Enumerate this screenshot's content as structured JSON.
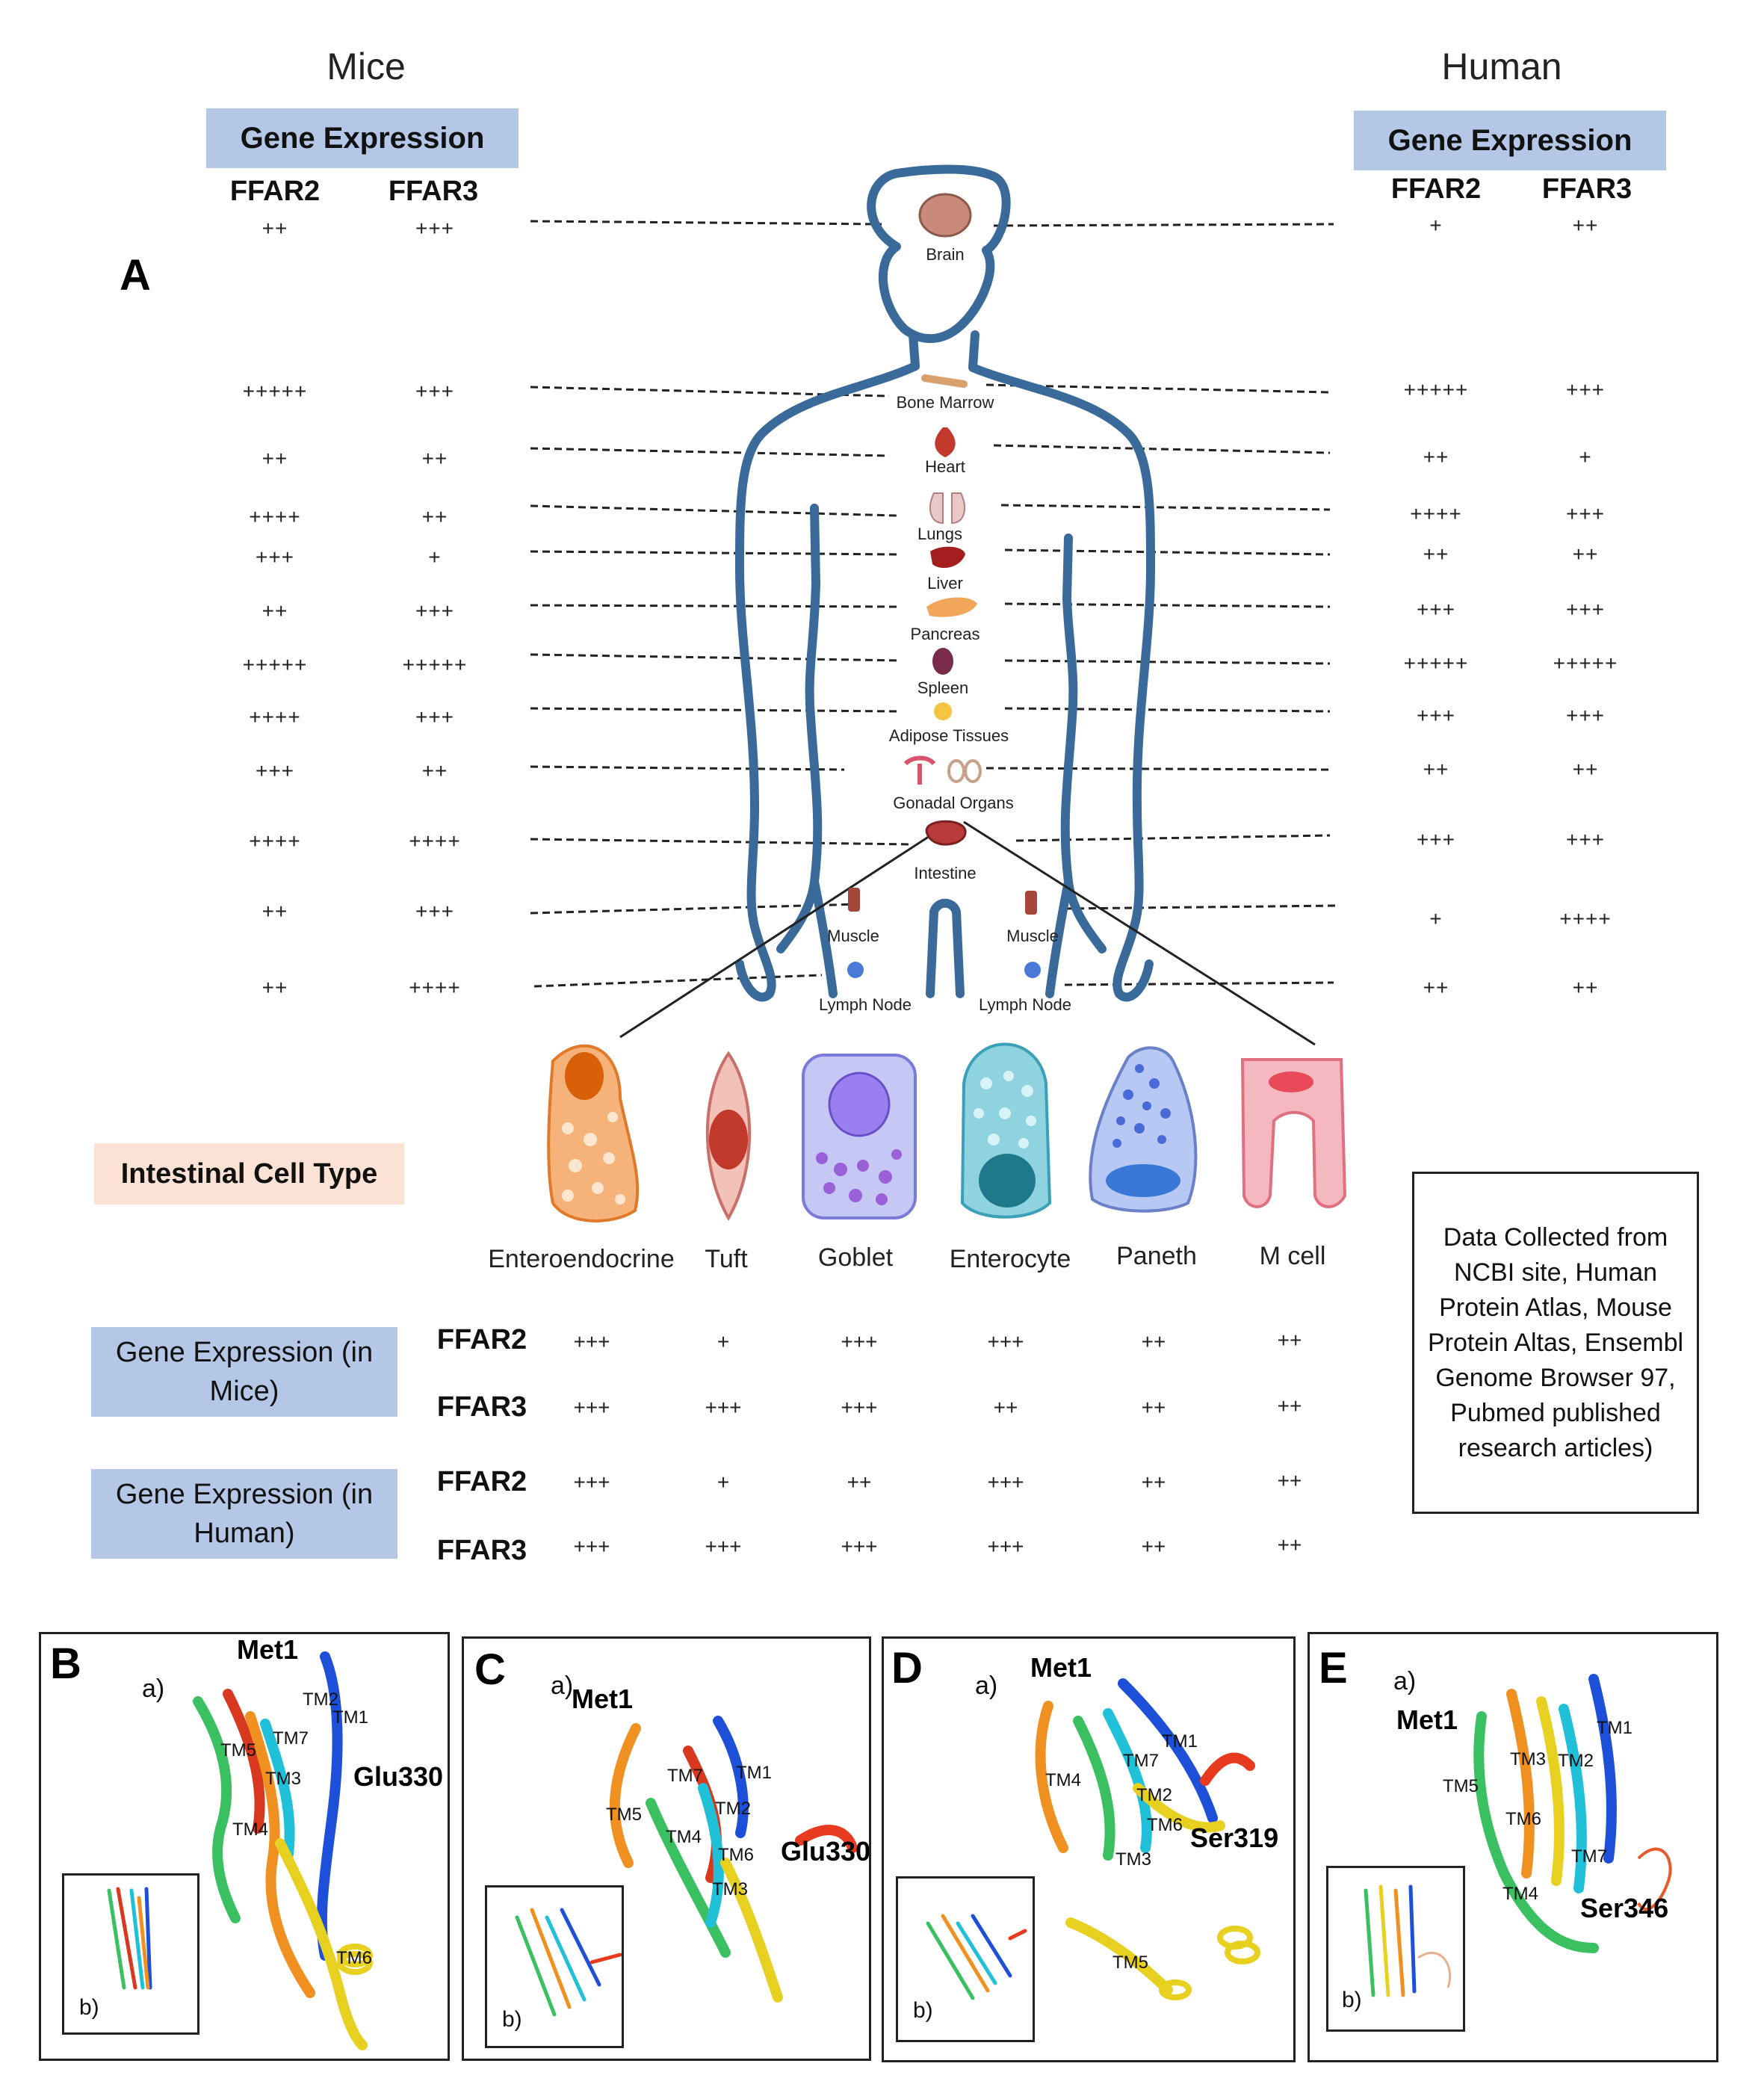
{
  "header": {
    "mice_title": "Mice",
    "human_title": "Human",
    "gene_expression_label": "Gene Expression",
    "ffar2": "FFAR2",
    "ffar3": "FFAR3"
  },
  "panels": {
    "a": "A",
    "b": "B",
    "c": "C",
    "d": "D",
    "e": "E"
  },
  "organs": [
    {
      "name": "Brain",
      "mice_ffar2": "++",
      "mice_ffar3": "+++",
      "human_ffar2": "+",
      "human_ffar3": "++"
    },
    {
      "name": "Bone Marrow",
      "mice_ffar2": "+++++",
      "mice_ffar3": "+++",
      "human_ffar2": "+++++",
      "human_ffar3": "+++"
    },
    {
      "name": "Heart",
      "mice_ffar2": "++",
      "mice_ffar3": "++",
      "human_ffar2": "++",
      "human_ffar3": "+"
    },
    {
      "name": "Lungs",
      "mice_ffar2": "++++",
      "mice_ffar3": "++",
      "human_ffar2": "++++",
      "human_ffar3": "+++"
    },
    {
      "name": "Liver",
      "mice_ffar2": "+++",
      "mice_ffar3": "+",
      "human_ffar2": "++",
      "human_ffar3": "++"
    },
    {
      "name": "Pancreas",
      "mice_ffar2": "++",
      "mice_ffar3": "+++",
      "human_ffar2": "+++",
      "human_ffar3": "+++"
    },
    {
      "name": "Spleen",
      "mice_ffar2": "+++++",
      "mice_ffar3": "+++++",
      "human_ffar2": "+++++",
      "human_ffar3": "+++++"
    },
    {
      "name": "Adipose Tissues",
      "mice_ffar2": "++++",
      "mice_ffar3": "+++",
      "human_ffar2": "+++",
      "human_ffar3": "+++"
    },
    {
      "name": "Gonadal Organs",
      "mice_ffar2": "+++",
      "mice_ffar3": "++",
      "human_ffar2": "++",
      "human_ffar3": "++"
    },
    {
      "name": "Intestine",
      "mice_ffar2": "++++",
      "mice_ffar3": "++++",
      "human_ffar2": "+++",
      "human_ffar3": "+++"
    },
    {
      "name": "Muscle",
      "mice_ffar2": "++",
      "mice_ffar3": "+++",
      "human_ffar2": "+",
      "human_ffar3": "++++"
    },
    {
      "name": "Lymph Node",
      "mice_ffar2": "++",
      "mice_ffar3": "++++",
      "human_ffar2": "++",
      "human_ffar3": "++"
    }
  ],
  "organ_label_extra": {
    "muscle_right": "Muscle",
    "lymph_right": "Lymph Node"
  },
  "intestinal": {
    "title": "Intestinal Cell Type",
    "cells": [
      "Enteroendocrine",
      "Tuft",
      "Goblet",
      "Enterocyte",
      "Paneth",
      "M cell"
    ],
    "mice_label": "Gene Expression (in Mice)",
    "human_label": "Gene Expression (in Human)",
    "mice_ffar2": [
      "+++",
      "+",
      "+++",
      "+++",
      "++",
      "++"
    ],
    "mice_ffar3": [
      "+++",
      "+++",
      "+++",
      "++",
      "++",
      "++"
    ],
    "human_ffar2": [
      "+++",
      "+",
      "++",
      "+++",
      "++",
      "++"
    ],
    "human_ffar3": [
      "+++",
      "+++",
      "+++",
      "+++",
      "++",
      "++"
    ]
  },
  "source_note": "Data Collected from NCBI site, Human Protein Atlas, Mouse Protein Altas, Ensembl Genome Browser 97, Pubmed published research articles)",
  "structures": {
    "sub_a": "a)",
    "sub_b": "b)",
    "B": {
      "start": "Met1",
      "end": "Glu330",
      "tms": [
        "TM2",
        "TM1",
        "TM5",
        "TM7",
        "TM3",
        "TM4",
        "TM6"
      ]
    },
    "C": {
      "start": "Met1",
      "end": "Glu330",
      "tms": [
        "TM7",
        "TM1",
        "TM5",
        "TM2",
        "TM4",
        "TM6",
        "TM3"
      ]
    },
    "D": {
      "start": "Met1",
      "end": "Ser319",
      "tms": [
        "TM1",
        "TM4",
        "TM7",
        "TM2",
        "TM6",
        "TM3",
        "TM5"
      ]
    },
    "E": {
      "start": "Met1",
      "end": "Ser346",
      "tms": [
        "TM1",
        "TM3",
        "TM2",
        "TM5",
        "TM6",
        "TM7",
        "TM4"
      ]
    }
  },
  "colors": {
    "band_blue": "#b4c7e7",
    "band_peach": "#fbe2d5",
    "outline_blue": "#3a6a9a"
  }
}
